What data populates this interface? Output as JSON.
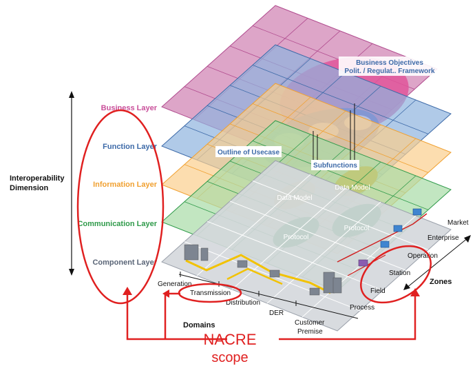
{
  "dimension": {
    "line1": "Interoperability",
    "line2": "Dimension"
  },
  "layers": [
    {
      "name": "Business Layer",
      "color": "#c94f9a"
    },
    {
      "name": "Function Layer",
      "color": "#3d6aa8"
    },
    {
      "name": "Information Layer",
      "color": "#f0a030"
    },
    {
      "name": "Communication Layer",
      "color": "#2f9a4a"
    },
    {
      "name": "Component Layer",
      "color": "#5a6577"
    }
  ],
  "callouts": {
    "business_objectives": "Business Objectives",
    "framework": "Polit. / Regulat.. Framework",
    "outline_usecase": "Outline of Usecase",
    "subfunctions": "Subfunctions",
    "data_model_1": "Data Model",
    "data_model_2": "Data Model",
    "protocol_1": "Protocol",
    "protocol_2": "Protocol"
  },
  "domains": {
    "title": "Domains",
    "items": [
      "Generation",
      "Transmission",
      "Distribution",
      "DER",
      "Customer",
      "Premise"
    ]
  },
  "zones": {
    "title": "Zones",
    "items": [
      "Process",
      "Field",
      "Station",
      "Operation",
      "Enterprise",
      "Market"
    ]
  },
  "scope": {
    "line1": "NACRE",
    "line2": "scope",
    "color": "#e02020"
  }
}
